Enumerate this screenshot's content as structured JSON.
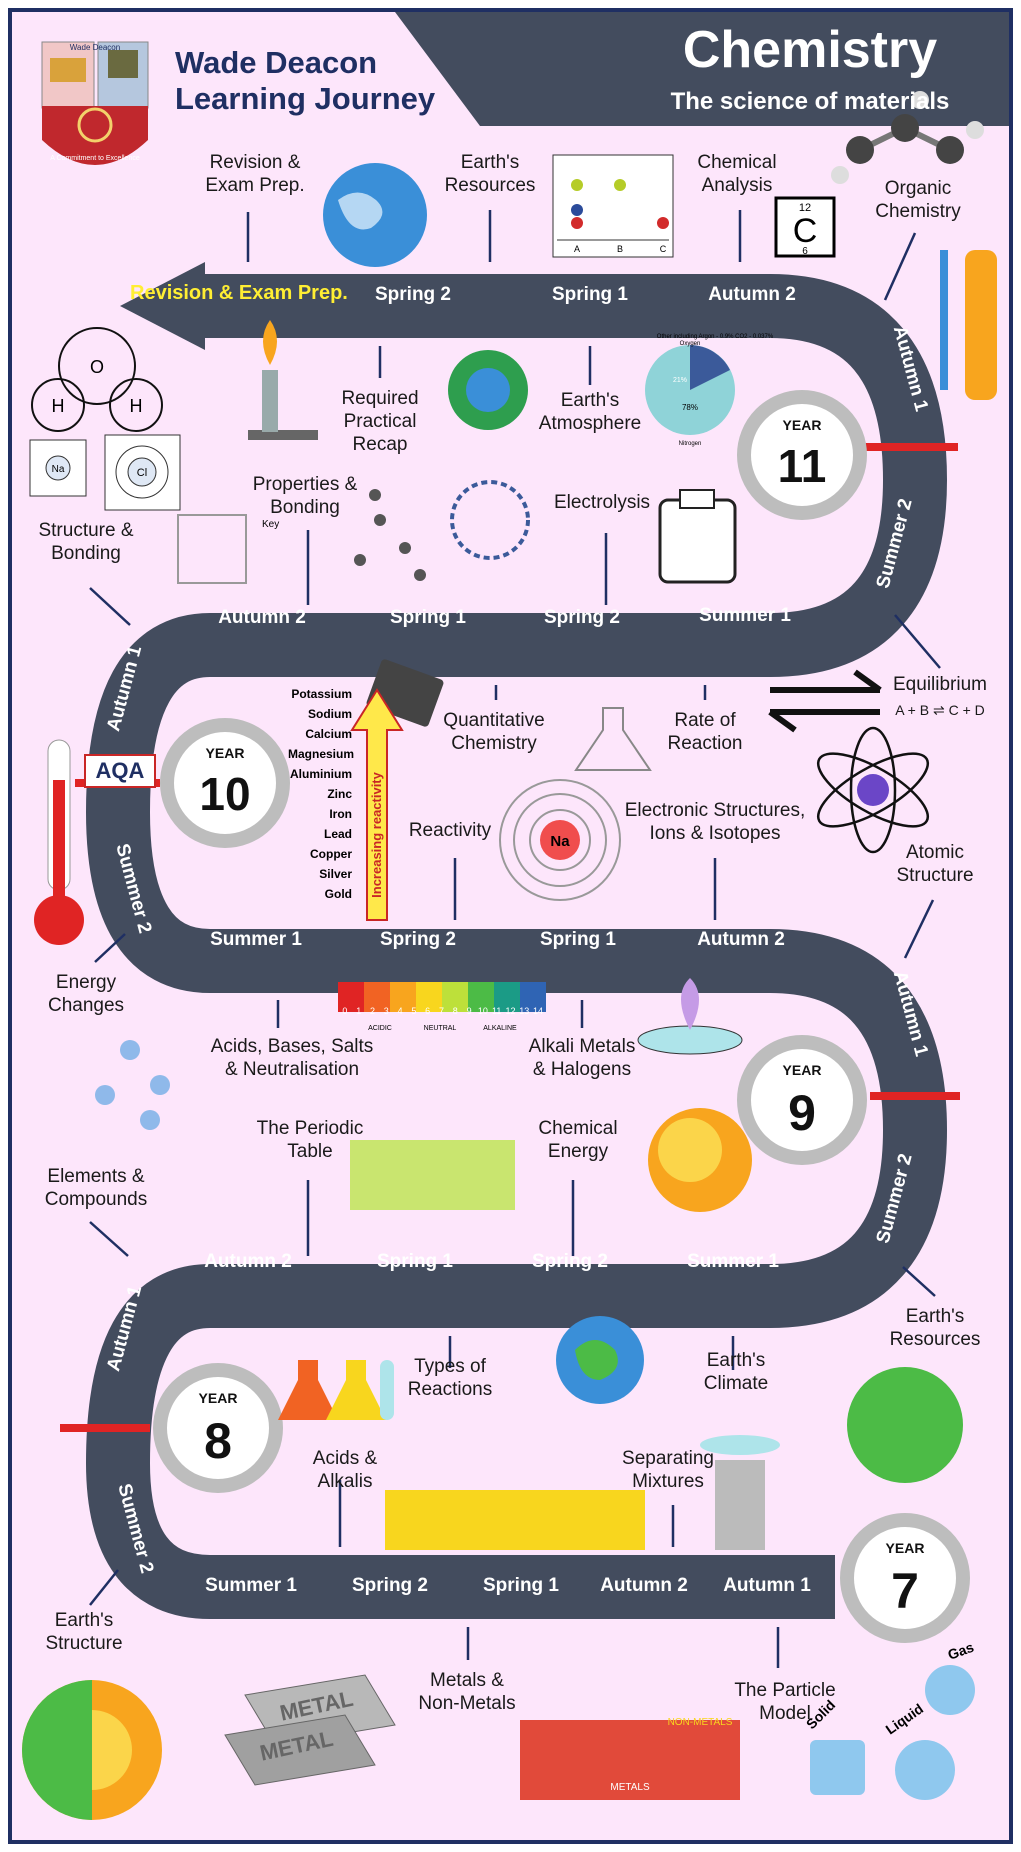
{
  "header": {
    "school_line1": "Wade Deacon",
    "school_line2": "Learning Journey",
    "title": "Chemistry",
    "subtitle": "The science of materials",
    "crest_text": "Wade Deacon",
    "crest_motto": "A Commitment to Excellence"
  },
  "terms": {
    "autumn1": "Autumn 1",
    "autumn2": "Autumn 2",
    "spring1": "Spring 1",
    "spring2": "Spring 2",
    "summer1": "Summer 1",
    "summer2": "Summer 2"
  },
  "year_word": "YEAR",
  "years": [
    "7",
    "8",
    "9",
    "10",
    "11"
  ],
  "end_arrow": "Revision & Exam Prep.",
  "topics": {
    "revision": "Revision &\nExam Prep.",
    "earths_resources_y11": "Earth's\nResources",
    "chemical_analysis": "Chemical\nAnalysis",
    "organic_chemistry": "Organic\nChemistry",
    "required_practical": "Required\nPractical\nRecap",
    "earths_atmosphere": "Earth's\nAtmosphere",
    "structure_bonding": "Structure &\nBonding",
    "properties_bonding": "Properties &\nBonding",
    "electrolysis": "Electrolysis",
    "quantitative_chemistry": "Quantitative\nChemistry",
    "rate_of_reaction": "Rate of\nReaction",
    "equilibrium": "Equilibrium",
    "equilibrium_equation": "A + B ⇌ C + D",
    "reactivity": "Reactivity",
    "electronic_structures": "Electronic Structures,\nIons & Isotopes",
    "atomic_structure": "Atomic\nStructure",
    "energy_changes": "Energy\nChanges",
    "acids_bases": "Acids, Bases, Salts\n& Neutralisation",
    "alkali_metals": "Alkali Metals\n& Halogens",
    "elements_compounds": "Elements &\nCompounds",
    "periodic_table": "The Periodic\nTable",
    "chemical_energy": "Chemical\nEnergy",
    "types_of_reactions": "Types of\nReactions",
    "earths_climate": "Earth's\nClimate",
    "earths_resources_y7": "Earth's\nResources",
    "acids_alkalis": "Acids &\nAlkalis",
    "separating_mixtures": "Separating\nMixtures",
    "earths_structure": "Earth's\nStructure",
    "metals_nonmetals": "Metals &\nNon-Metals",
    "particle_model": "The Particle\nModel"
  },
  "graphics": {
    "aqa_logo": "AQA",
    "reactivity_series": [
      "Potassium",
      "Sodium",
      "Calcium",
      "Magnesium",
      "Aluminium",
      "Zinc",
      "Iron",
      "Lead",
      "Copper",
      "Silver",
      "Gold"
    ],
    "reactivity_arrow": "Increasing reactivity",
    "sodium_symbol": "Na",
    "carbon_symbol": "C",
    "carbon_mass": "12",
    "carbon_number": "6",
    "water_o": "O",
    "water_h": "H",
    "chromatogram_labels": [
      "A",
      "B",
      "C"
    ],
    "ion_na": "Na",
    "ion_cl": "Cl",
    "key_label": "Key",
    "atmosphere_pie": {
      "oxygen": "Oxygen",
      "nitrogen": "Nitrogen",
      "oxygen_pct": "21%",
      "nitrogen_pct": "78%",
      "other": "Other including Argon - 0.9% CO2 - 0.037%"
    },
    "ph_scale": [
      "0",
      "1",
      "2",
      "3",
      "4",
      "5",
      "6",
      "7",
      "8",
      "9",
      "10",
      "11",
      "12",
      "13",
      "14"
    ],
    "ph_words": [
      "ACIDIC",
      "NEUTRAL",
      "ALKALINE"
    ],
    "metal_bars": [
      "METAL",
      "METAL"
    ],
    "states": [
      "Solid",
      "Liquid",
      "Gas"
    ],
    "table_words": [
      "NON-METALS",
      "METALS"
    ]
  },
  "colors": {
    "background": "#fde6fb",
    "road": "#434c5e",
    "header_band": "#434c5e",
    "border": "#1f2f63",
    "divider": "#e02424",
    "year_ring": "#bdbdbd",
    "revision_text": "#ffee33"
  }
}
